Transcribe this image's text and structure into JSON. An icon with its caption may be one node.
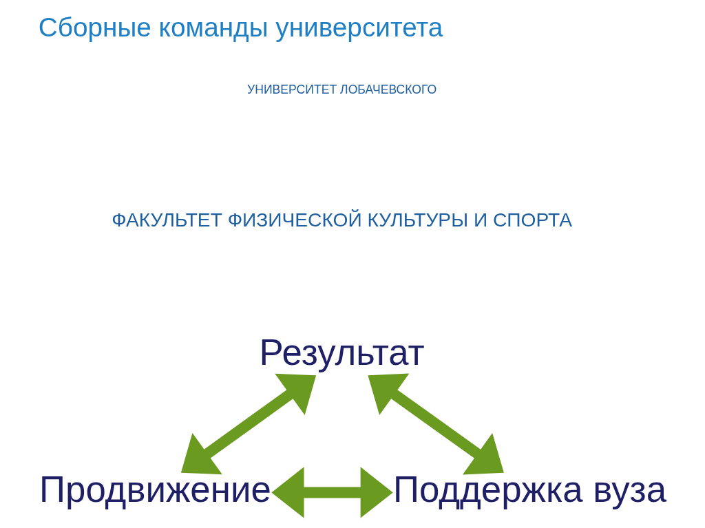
{
  "diagram": {
    "title": "Сборные команды университета",
    "nodes": [
      {
        "text": [
          "Результат"
        ]
      },
      {
        "text": [
          "Продвижение"
        ]
      },
      {
        "text": [
          "Поддержка вуза"
        ]
      }
    ],
    "edges": [
      {
        "from": 1,
        "to": 0,
        "arrow": "both"
      },
      {
        "from": 0,
        "to": 2,
        "arrow": "both"
      },
      {
        "from": 1,
        "to": 2,
        "arrow": "both"
      }
    ],
    "labels": [
      "УНИВЕРСИТЕТ ЛОБАЧЕВСКОГО",
      "ФАКУЛЬТЕТ ФИЗИЧЕСКОЙ КУЛЬТУРЫ И СПОРТА"
    ]
  }
}
